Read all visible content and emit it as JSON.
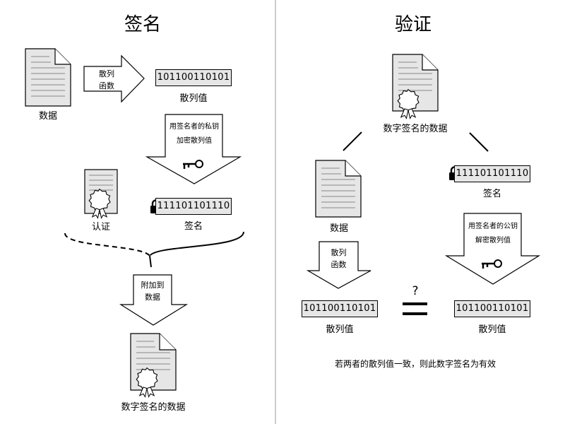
{
  "sign_panel": {
    "title": "签名",
    "data_label": "数据",
    "hash_step": [
      "散列",
      "函数"
    ],
    "hash_bits": "101100110101",
    "hash_label": "散列值",
    "encrypt_step": [
      "用签名者的私钥",
      "加密散列值"
    ],
    "cert_label": "认证",
    "signature_bits": "111101101110",
    "signature_label": "签名",
    "attach_step": [
      "附加到",
      "数据"
    ],
    "signed_data_label": "数字签名的数据"
  },
  "verify_panel": {
    "title": "验证",
    "signed_data_label": "数字签名的数据",
    "data_label": "数据",
    "signature_bits": "111101101110",
    "signature_label": "签名",
    "hash_step": [
      "散列",
      "函数"
    ],
    "decrypt_step": [
      "用签名者的公钥",
      "解密散列值"
    ],
    "hash_bits_left": "101100110101",
    "hash_label_left": "散列值",
    "compare_symbol": "?",
    "hash_bits_right": "101100110101",
    "hash_label_right": "散列值",
    "conclusion": "若两者的散列值一致，则此数字签名为有效"
  },
  "colors": {
    "document_fill": "#e6e6e6",
    "box_fill": "#e6e6e6",
    "stroke": "#000000",
    "divider": "#999999"
  },
  "icons": [
    "document-icon",
    "certificate-seal-icon",
    "key-icon",
    "padlock-icon"
  ]
}
